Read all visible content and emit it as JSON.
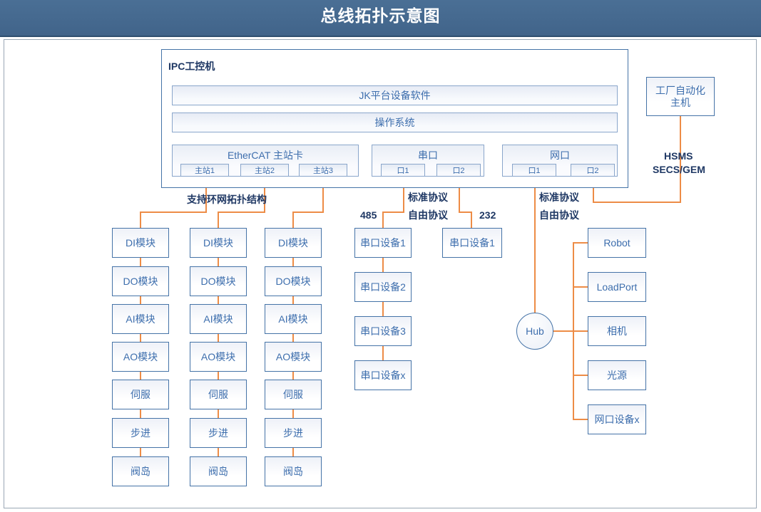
{
  "header": {
    "title": "总线拓扑示意图"
  },
  "ipc": {
    "title": "IPC工控机",
    "software_bar": "JK平台设备软件",
    "os_bar": "操作系统",
    "ethercat": {
      "title": "EtherCAT 主站卡",
      "ports": [
        "主站1",
        "主站2",
        "主站3"
      ]
    },
    "serial": {
      "title": "串口",
      "ports": [
        "口1",
        "口2"
      ]
    },
    "network": {
      "title": "网口",
      "ports": [
        "口1",
        "口2"
      ]
    }
  },
  "factory_host": {
    "label": "工厂自动化\n主机",
    "line1": "工厂自动化",
    "line2": "主机"
  },
  "annotations": {
    "ring_topology": "支持环网拓扑结构",
    "hsms": "HSMS",
    "secs_gem": "SECS/GEM",
    "rs485": "485",
    "rs232": "232",
    "serial_protocol_line1": "标准协议",
    "serial_protocol_line2": "自由协议",
    "net_protocol_line1": "标准协议",
    "net_protocol_line2": "自由协议"
  },
  "ethercat_columns": [
    {
      "nodes": [
        "DI模块",
        "DO模块",
        "AI模块",
        "AO模块",
        "伺服",
        "步进",
        "阀岛"
      ]
    },
    {
      "nodes": [
        "DI模块",
        "DO模块",
        "AI模块",
        "AO模块",
        "伺服",
        "步进",
        "阀岛"
      ]
    },
    {
      "nodes": [
        "DI模块",
        "DO模块",
        "AI模块",
        "AO模块",
        "伺服",
        "步进",
        "阀岛"
      ]
    }
  ],
  "serial_chain_485": [
    "串口设备1",
    "串口设备2",
    "串口设备3",
    "串口设备x"
  ],
  "serial_chain_232": [
    "串口设备1"
  ],
  "hub": {
    "label": "Hub"
  },
  "network_devices": [
    "Robot",
    "LoadPort",
    "相机",
    "光源",
    "网口设备x"
  ],
  "colors": {
    "header_bg": "#41648a",
    "node_border": "#4573a7",
    "node_text": "#3d6ead",
    "connector": "#ed8c46",
    "annotation_text": "#1f3864"
  }
}
